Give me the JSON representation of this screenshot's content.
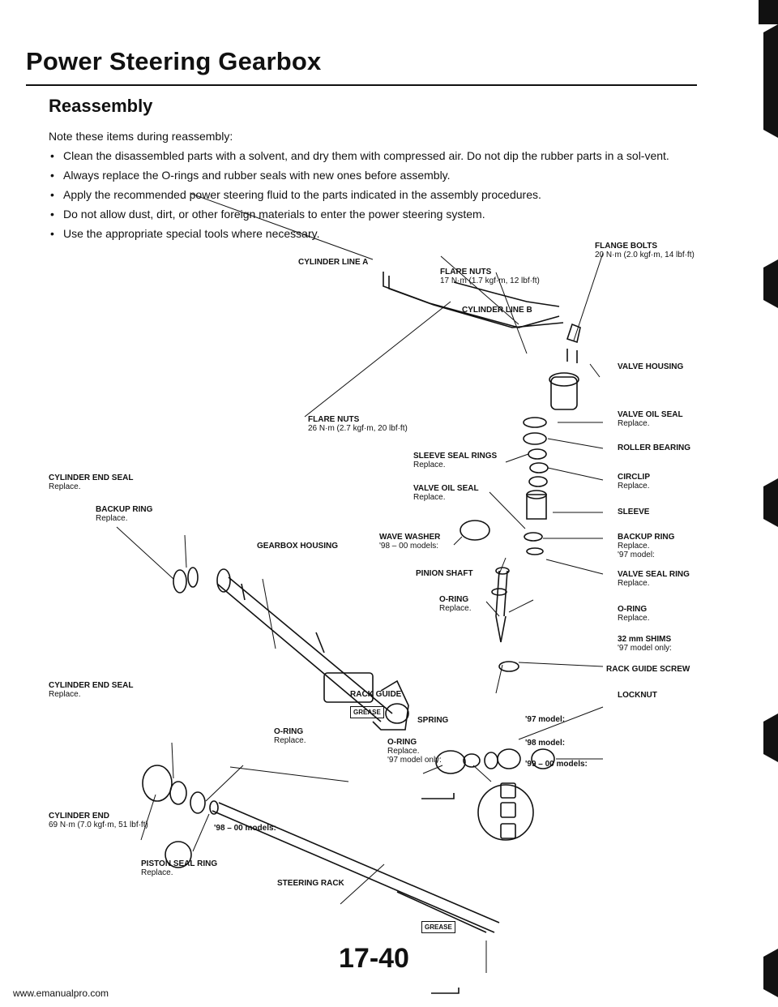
{
  "header": {
    "title": "Power Steering Gearbox",
    "section": "Reassembly"
  },
  "intro": "Note these items during reassembly:",
  "notes": [
    "Clean the disassembled parts with a solvent, and dry them with compressed air. Do not dip the rubber parts in a sol-vent.",
    "Always replace the O-rings and rubber seals with new ones before assembly.",
    "Apply the recommended power steering fluid to the parts indicated in the assembly procedures.",
    "Do not allow dust, dirt, or other foreign materials to enter the power steering system.",
    "Use the appropriate special tools where necessary."
  ],
  "labels": {
    "flange_bolts": "FLANGE BOLTS",
    "flange_bolts_torque": "20 N·m (2.0 kgf·m, 14 lbf·ft)",
    "cylinder_line_a": "CYLINDER LINE A",
    "flare_nuts_top": "FLARE NUTS",
    "flare_nuts_top_torque": "17 N·m (1.7 kgf·m, 12 lbf·ft)",
    "cylinder_line_b": "CYLINDER LINE B",
    "valve_housing": "VALVE HOUSING",
    "flare_nuts_mid": "FLARE NUTS",
    "flare_nuts_mid_torque": "26 N·m (2.7 kgf·m, 20 lbf·ft)",
    "valve_oil_seal_r": "VALVE OIL SEAL",
    "valve_oil_seal_r_note": "Replace.",
    "roller_bearing": "ROLLER BEARING",
    "sleeve_seal_rings": "SLEEVE SEAL RINGS",
    "sleeve_seal_rings_note": "Replace.",
    "circlip": "CIRCLIP",
    "circlip_note": "Replace.",
    "cyl_end_seal_top": "CYLINDER END SEAL",
    "cyl_end_seal_top_note": "Replace.",
    "valve_oil_seal_c": "VALVE OIL SEAL",
    "valve_oil_seal_c_note": "Replace.",
    "backup_ring_l": "BACKUP RING",
    "backup_ring_l_note": "Replace.",
    "sleeve": "SLEEVE",
    "wave_washer": "WAVE WASHER",
    "wave_washer_note": "'98 – 00 models:",
    "gearbox_housing": "GEARBOX HOUSING",
    "backup_ring_r": "BACKUP RING",
    "backup_ring_r_note": "Replace.",
    "backup_ring_r_note2": "'97 model:",
    "pinion_shaft": "PINION SHAFT",
    "valve_seal_ring": "VALVE SEAL RING",
    "valve_seal_ring_note": "Replace.",
    "oring_c": "O-RING",
    "oring_c_note": "Replace.",
    "oring_r": "O-RING",
    "oring_r_note": "Replace.",
    "shims": "32 mm SHIMS",
    "shims_note": "'97 model only:",
    "rack_guide_screw": "RACK GUIDE SCREW",
    "cyl_end_seal_bottom": "CYLINDER END SEAL",
    "cyl_end_seal_bottom_note": "Replace.",
    "rack_guide": "RACK GUIDE",
    "locknut": "LOCKNUT",
    "spring": "SPRING",
    "model_97": "'97 model:",
    "oring_l": "O-RING",
    "oring_l_note": "Replace.",
    "oring_b": "O-RING",
    "oring_b_note": "Replace.",
    "oring_b_note2": "'97 model only:",
    "model_98": "'98 model:",
    "model_99_00": "'99 – 00 models:",
    "cylinder_end": "CYLINDER END",
    "cylinder_end_torque": "69 N·m (7.0 kgf·m, 51 lbf·ft)",
    "models_98_00": "'98 – 00 models:",
    "piston_seal_ring": "PISTON SEAL RING",
    "piston_seal_ring_note": "Replace.",
    "steering_rack": "STEERING RACK",
    "grease_label": "GREASE"
  },
  "footer": {
    "page_number": "17-40",
    "url": "www.emanualpro.com"
  }
}
